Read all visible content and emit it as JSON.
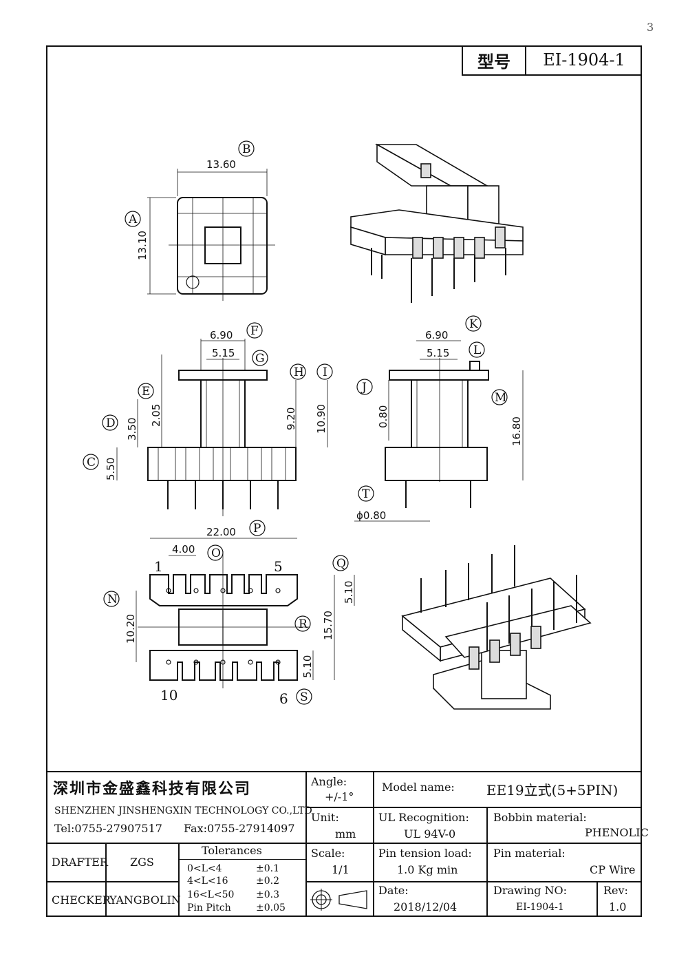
{
  "page_mark": "3",
  "header": {
    "model_key": "型号",
    "model_value": "EI-1904-1"
  },
  "dimensions": {
    "top_view": {
      "width": "13.60",
      "height": "13.10",
      "width_tag": "B",
      "height_tag": "A"
    },
    "front_view": {
      "d_690": "6.90",
      "d_515": "5.15",
      "d_205": "2.05",
      "d_350": "3.50",
      "d_550": "5.50",
      "d_920": "9.20",
      "d_1090": "10.90",
      "tags": [
        "F",
        "G",
        "H",
        "I",
        "E",
        "D",
        "C"
      ]
    },
    "side_view": {
      "d_690": "6.90",
      "d_515": "5.15",
      "d_080": "0.80",
      "d_1680": "16.80",
      "pin_dia": "ϕ0.80",
      "tags": [
        "K",
        "L",
        "J",
        "M",
        "T"
      ]
    },
    "bottom_view": {
      "d_2200": "22.00",
      "d_400": "4.00",
      "d_510a": "5.10",
      "d_1020": "10.20",
      "d_1570": "15.70",
      "d_510b": "5.10",
      "tags": [
        "P",
        "O",
        "Q",
        "N",
        "R",
        "S"
      ],
      "pins": [
        "1",
        "5",
        "10",
        "6"
      ]
    }
  },
  "titleblock": {
    "company_cn": "深圳市金盛鑫科技有限公司",
    "company_en": "SHENZHEN JINSHENGXIN TECHNOLOGY CO.,LTD",
    "tel": "Tel:0755-27907517",
    "fax": "Fax:0755-27914097",
    "angle_label": "Angle:",
    "angle_value": "+/-1°",
    "model_name_label": "Model name:",
    "model_name_value": "EE19立式(5+5PIN)",
    "unit_label": "Unit:",
    "unit_value": "mm",
    "ul_label": "UL Recognition:",
    "ul_value": "UL 94V-0",
    "bobbin_label": "Bobbin material:",
    "bobbin_value": "PHENOLIC",
    "scale_label": "Scale:",
    "scale_value": "1/1",
    "pin_tension_label": "Pin tension load:",
    "pin_tension_value": "1.0 Kg min",
    "pin_material_label": "Pin material:",
    "pin_material_value": "CP Wire",
    "date_label": "Date:",
    "date_value": "2018/12/04",
    "drawing_no_label": "Drawing NO:",
    "drawing_no_value": "EI-1904-1",
    "rev_label": "Rev:",
    "rev_value": "1.0",
    "drafter_label": "DRAFTER",
    "drafter_value": "ZGS",
    "checker_label": "CHECKER",
    "checker_value": "YANGBOLIN",
    "tolerances_title": "Tolerances",
    "tolerances": [
      {
        "range": "0<L<4",
        "value": "±0.1"
      },
      {
        "range": "4<L<16",
        "value": "±0.2"
      },
      {
        "range": "16<L<50",
        "value": "±0.3"
      },
      {
        "range": "Pin Pitch",
        "value": "±0.05"
      }
    ]
  }
}
